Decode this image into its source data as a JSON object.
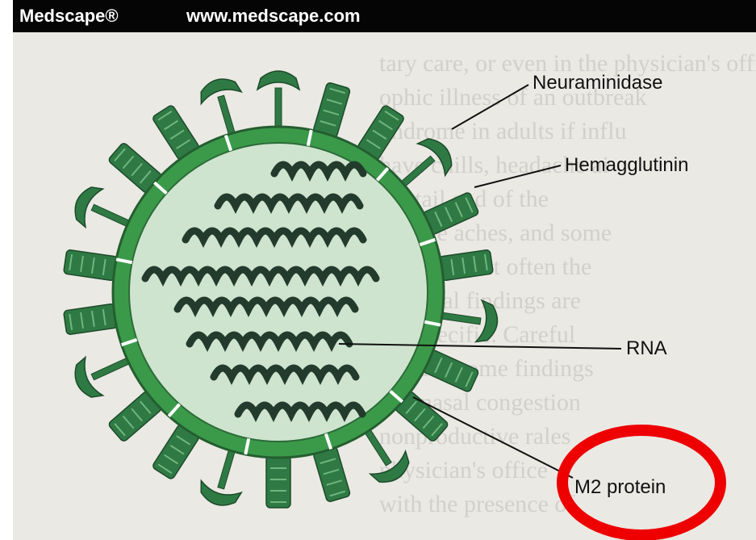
{
  "header": {
    "brand": "Medscape®",
    "url": "www.medscape.com"
  },
  "diagram": {
    "labels": {
      "neuraminidase": "Neuraminidase",
      "hemagglutinin": "Hemagglutinin",
      "rna": "RNA",
      "m2_protein": "M2 protein"
    },
    "colors": {
      "envelope": "#3b9a4a",
      "interior": "#cfe4cf",
      "spike": "#2f7a44",
      "rna": "#233b2d",
      "highlight_circle": "#ee0000",
      "background_text": "#d2d0cb"
    },
    "background_text_lines": [
      "tary care, or even in the physician's office",
      "ophic illness of an outbreak",
      "yndrome in adults if influ",
      "have chills, headache ai",
      "the tail end of the",
      "muscle aches, and some",
      "cough. Most often the",
      "physical findings are",
      "nonspecific. Careful",
      "ill have some findings",
      "and nasal congestion",
      "nonproductive rales",
      "physician's office",
      "with the presence of"
    ]
  }
}
